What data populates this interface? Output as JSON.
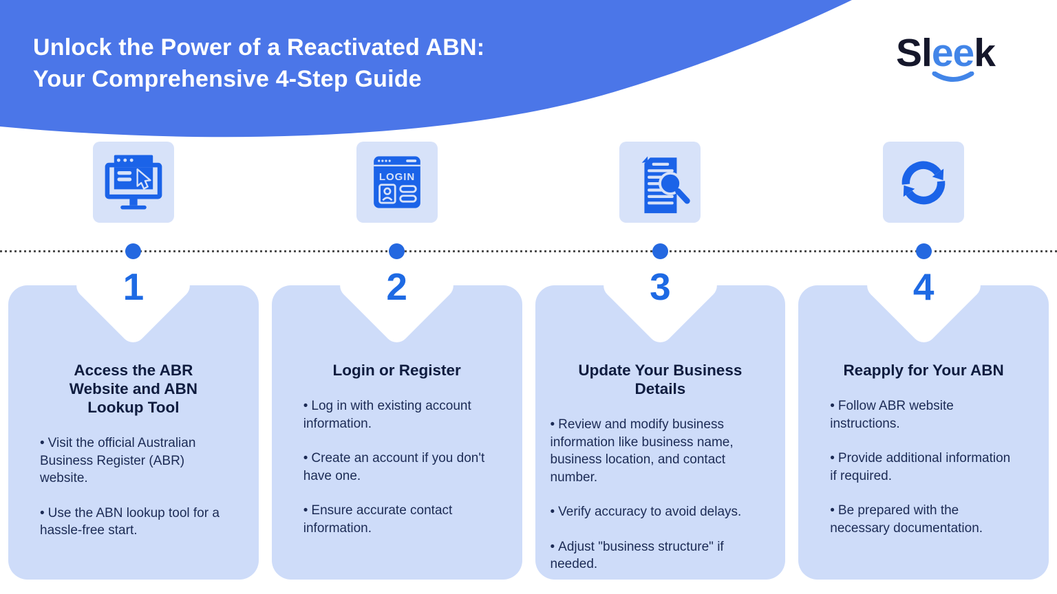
{
  "colors": {
    "header-bg": "#4b76e8",
    "header-text": "#ffffff",
    "logo-dark": "#15172b",
    "logo-blue": "#4285e8",
    "tile-bg": "#d7e2f9",
    "icon-blue": "#1b63e8",
    "line-color": "#4d4d4d",
    "dot-blue": "#2468e0",
    "number-blue": "#1e6ae4",
    "card-bg": "#cedcf9",
    "title-color": "#0f1c3f",
    "body-color": "#1c2b55"
  },
  "header": {
    "title_line1": "Unlock the Power of a Reactivated ABN:",
    "title_line2": "Your Comprehensive 4-Step Guide",
    "logo_part1": "Sl",
    "logo_part2": "ee",
    "logo_part3": "k"
  },
  "ui": {
    "bullet": "•"
  },
  "steps": [
    {
      "number": "1",
      "icon": "browser-monitor",
      "title": "Access the ABR Website and ABN Lookup Tool",
      "bullets": [
        "Visit the official Australian Business Register (ABR) website.",
        "Use the ABN lookup tool for a hassle-free start."
      ]
    },
    {
      "number": "2",
      "icon": "login-window",
      "title": "Login or Register",
      "bullets": [
        "Log in with existing account information.",
        "Create an account if you don't have one.",
        "Ensure accurate contact information."
      ]
    },
    {
      "number": "3",
      "icon": "document-search",
      "title": "Update Your Business Details",
      "bullets": [
        "Review and modify business information like business name, business location, and contact number.",
        "Verify accuracy to avoid delays.",
        "Adjust \"business structure\" if needed."
      ]
    },
    {
      "number": "4",
      "icon": "refresh",
      "title": "Reapply for Your ABN",
      "bullets": [
        "Follow ABR website instructions.",
        "Provide additional information if required.",
        "Be prepared with the necessary documentation."
      ]
    }
  ]
}
